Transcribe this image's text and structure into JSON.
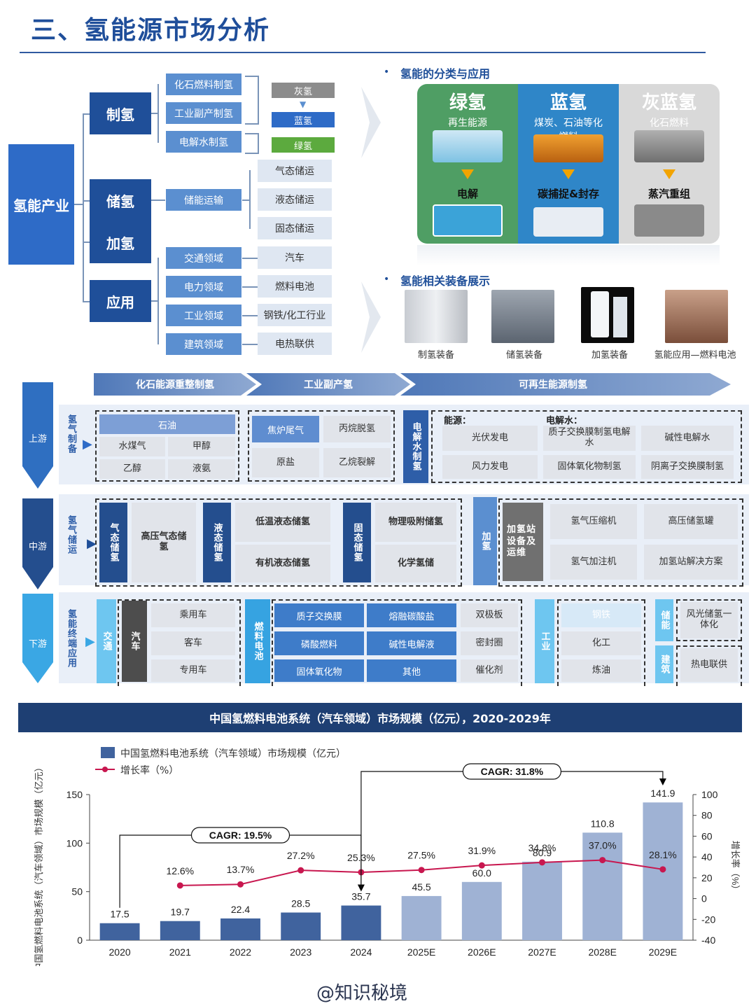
{
  "page_title": "三、氢能源市场分析",
  "tree": {
    "root": "氢能产业",
    "production": {
      "label": "制氢",
      "methods": [
        "化石燃料制氢",
        "工业副产制氢",
        "电解水制氢"
      ],
      "types": [
        "灰氢",
        "蓝氢",
        "绿氢"
      ]
    },
    "storage": {
      "label": "储氢",
      "method": "储能运输",
      "types": [
        "气态储运",
        "液态储运",
        "固态储运"
      ]
    },
    "refuel": {
      "label": "加氢"
    },
    "application": {
      "label": "应用",
      "domains": [
        "交通领域",
        "电力领域",
        "工业领域",
        "建筑领域"
      ],
      "uses": [
        "汽车",
        "燃料电池",
        "钢铁/化工行业",
        "电热联供"
      ]
    }
  },
  "panel": {
    "classify_heading": "氢能的分类与应用",
    "green": {
      "title": "绿氢",
      "sub": "再生能源",
      "process": "电解"
    },
    "blue": {
      "title": "蓝氢",
      "sub": "煤炭、石油等化燃料",
      "process": "碳捕捉&封存"
    },
    "grey": {
      "title": "灰蓝氢",
      "sub": "化石燃料",
      "process": "蒸汽重组"
    },
    "equip_heading": "氢能相关装备展示",
    "equipment": [
      "制氢装备",
      "储氢装备",
      "加氢装备",
      "氢能应用—燃料电池"
    ]
  },
  "chain": {
    "routes": [
      "化石能源重整制氢",
      "工业副产氢",
      "可再生能源制氢"
    ],
    "upstream": {
      "stage": "上游",
      "side": "氢气制备",
      "fossil_head": "石油",
      "fossil": [
        "水煤气",
        "甲醇",
        "乙醇",
        "液氨"
      ],
      "industrial": [
        "焦炉尾气",
        "丙烷脱氢",
        "原盐",
        "乙烷裂解"
      ],
      "electro_label": "电解水制氢",
      "energy_title": "能源：",
      "electro_title": "电解水：",
      "energy": [
        "光伏发电",
        "风力发电"
      ],
      "electro": [
        "质子交换膜制氢电解水",
        "碱性电解水",
        "固体氧化物制氢",
        "阴离子交换膜制氢"
      ]
    },
    "midstream": {
      "stage": "中游",
      "side": "氢气储运",
      "gas_label": "气态储氢",
      "gas_item": "高压气态储氢",
      "liquid_label": "液态储氢",
      "liquid_items": [
        "低温液态储氢",
        "有机液态储氢"
      ],
      "solid_label": "固态储氢",
      "solid_items": [
        "物理吸附储氢",
        "化学氢储"
      ],
      "refuel_label": "加氢",
      "station_label": "加氢站设备及运维",
      "station_items": [
        "氢气压缩机",
        "高压储氢罐",
        "氢气加注机",
        "加氢站解决方案"
      ]
    },
    "downstream": {
      "stage": "下游",
      "side": "氢能终端应用",
      "transport_label": "交通",
      "car_label": "汽车",
      "cars": [
        "乘用车",
        "客车",
        "专用车"
      ],
      "fc_label": "燃料电池",
      "fc_blue": [
        "质子交换膜",
        "熔融碳酸盐",
        "磷酸燃料",
        "碱性电解液",
        "固体氧化物",
        "其他"
      ],
      "fc_parts": [
        "双极板",
        "密封圈",
        "催化剂"
      ],
      "industry_label": "工业",
      "industry": [
        "钢铁",
        "化工",
        "炼油"
      ],
      "storage_label": "储能",
      "storage_item": "风光储氢一体化",
      "building_label": "建筑",
      "building_item": "热电联供"
    }
  },
  "chart_data": {
    "type": "bar",
    "title": "中国氢燃料电池系统（汽车领域）市场规模（亿元），2020-2029年",
    "categories": [
      "2020",
      "2021",
      "2022",
      "2023",
      "2024",
      "2025E",
      "2026E",
      "2027E",
      "2028E",
      "2029E"
    ],
    "series": [
      {
        "name": "中国氢燃料电池系统（汽车领域）市场规模（亿元）",
        "type": "bar",
        "axis": "left",
        "values": [
          17.5,
          19.7,
          22.4,
          28.5,
          35.7,
          45.5,
          60.0,
          80.9,
          110.8,
          141.9
        ],
        "labels": [
          "17.5",
          "19.7",
          "22.4",
          "28.5",
          "35.7",
          "45.5",
          "60.0",
          "80.9",
          "110.8",
          "141.9"
        ]
      },
      {
        "name": "增长率（%）",
        "type": "line",
        "axis": "right",
        "values": [
          null,
          12.6,
          13.7,
          27.2,
          25.3,
          27.5,
          31.9,
          34.8,
          37.0,
          28.1
        ],
        "labels": [
          "",
          "12.6%",
          "13.7%",
          "27.2%",
          "25.3%",
          "27.5%",
          "31.9%",
          "34.8%",
          "37.0%",
          "28.1%"
        ]
      }
    ],
    "ylabel": "中国氢燃料电池系统（汽车领域）市场规模（亿元）",
    "y2label": "增长率（%）",
    "ylim": [
      0,
      150
    ],
    "yticks": [
      "0",
      "50",
      "100",
      "150"
    ],
    "y2lim": [
      -40,
      100
    ],
    "y2ticks": [
      "-40",
      "-20",
      "0",
      "20",
      "40",
      "60",
      "80",
      "100"
    ],
    "annotations": [
      {
        "text": "CAGR: 19.5%",
        "from": "2020",
        "to": "2024"
      },
      {
        "text": "CAGR: 31.8%",
        "from": "2024",
        "to": "2029E"
      }
    ],
    "colors": {
      "actual": "#40639e",
      "forecast": "#9fb2d4",
      "line": "#c8174f"
    },
    "legend": "top-left"
  },
  "watermark": "@知识秘境"
}
